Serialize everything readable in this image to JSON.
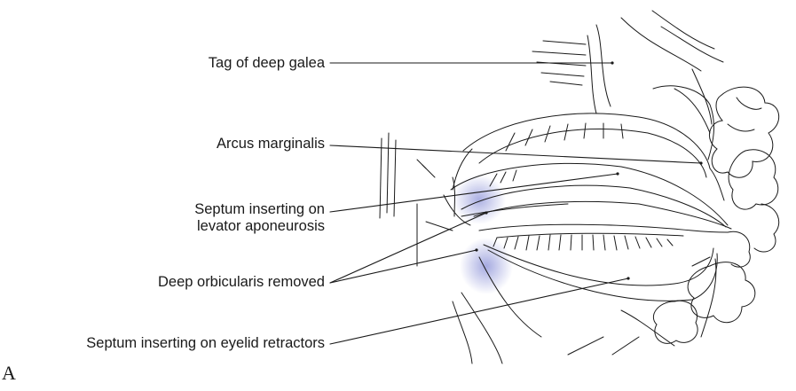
{
  "figure": {
    "panel_letter": "A",
    "labels": {
      "tag_deep_galea": "Tag of deep galea",
      "arcus_marginalis": "Arcus marginalis",
      "septum_levator_line1": "Septum inserting on",
      "septum_levator_line2": "levator aponeurosis",
      "deep_orbicularis_removed": "Deep orbicularis removed",
      "septum_eyelid_retractors": "Septum inserting on eyelid retractors"
    },
    "colors": {
      "ink": "#1a1a1a",
      "shading": "#8f95d9"
    }
  }
}
